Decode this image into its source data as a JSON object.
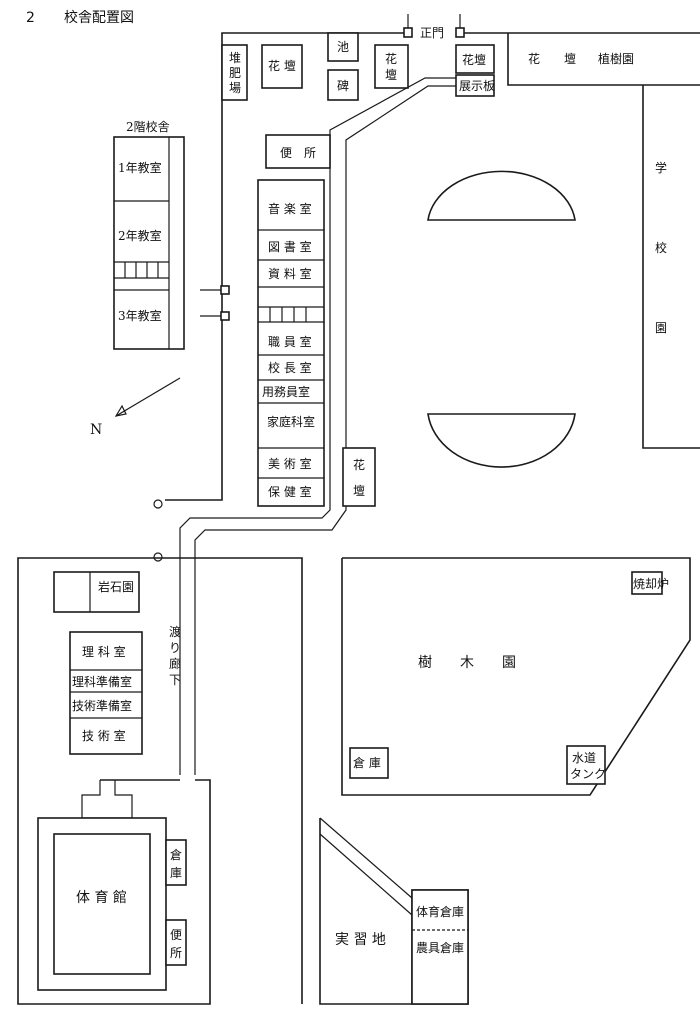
{
  "title": {
    "number": "2",
    "text": "校舎配置図"
  },
  "gate": "正門",
  "north": "N",
  "labels": {
    "compost": [
      "堆",
      "肥",
      "場"
    ],
    "flowerbed_a": "花 壇",
    "pond": "池",
    "monument": "碑",
    "flowerbed_b": [
      "花",
      "壇"
    ],
    "flowerbed_c": "花壇",
    "notice_board": "展示板",
    "flowerbed_top": "花　　壇",
    "arboretum_top": "植樹園",
    "school_garden": [
      "学",
      "校",
      "園"
    ],
    "second_floor": "2階校舎",
    "class1": "1年教室",
    "class2": "2年教室",
    "class3": "3年教室",
    "toilet": "便　所",
    "music": "音 楽 室",
    "library": "図 書 室",
    "materials": "資 料 室",
    "staff": "職 員 室",
    "principal": "校 長 室",
    "custodian": "用務員室",
    "homeec": "家庭科室",
    "art": "美 術 室",
    "health": "保 健 室",
    "flowerbed_d": [
      "花",
      "壇"
    ],
    "rock_garden": "岩石園",
    "science": "理 科 室",
    "science_prep": "理科準備室",
    "tech_prep": "技術準備室",
    "tech": "技 術 室",
    "corridor": [
      "渡",
      "り",
      "廊",
      "下"
    ],
    "gym": "体 育 館",
    "gym_storage": [
      "倉",
      "庫"
    ],
    "gym_toilet": [
      "便",
      "所"
    ],
    "incinerator": "焼却炉",
    "arboretum": "樹　　木　　園",
    "storage": "倉 庫",
    "water_tank": [
      "水道",
      "タンク"
    ],
    "practice_field": "実 習 地",
    "pe_storage": "体育倉庫",
    "farm_storage": "農具倉庫"
  }
}
